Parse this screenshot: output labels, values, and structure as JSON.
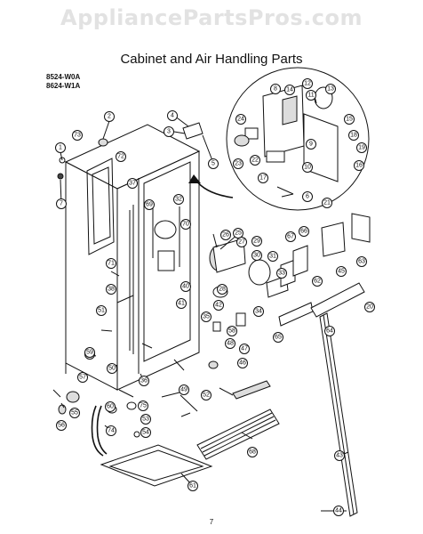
{
  "watermark": "AppliancePartsPros.com",
  "title": "Cabinet and Air Handling Parts",
  "models": [
    "8524-W0A",
    "8624-W1A"
  ],
  "page_number": "7",
  "callouts": [
    "1",
    "2",
    "3",
    "4",
    "5",
    "6",
    "7",
    "8",
    "9",
    "10",
    "11",
    "12",
    "13",
    "14",
    "15",
    "16",
    "17",
    "18",
    "19",
    "20",
    "21",
    "22",
    "23",
    "24",
    "25",
    "26",
    "27",
    "28",
    "29",
    "30",
    "31",
    "32",
    "33",
    "34",
    "35",
    "36",
    "37",
    "38",
    "39",
    "40",
    "41",
    "42",
    "43",
    "44",
    "45",
    "46",
    "47",
    "48",
    "49",
    "50",
    "51",
    "52",
    "53",
    "54",
    "55",
    "56",
    "57",
    "58",
    "59",
    "60",
    "61",
    "62",
    "63",
    "64",
    "65",
    "66",
    "67",
    "68",
    "69",
    "70",
    "71",
    "72",
    "73",
    "74",
    "75"
  ]
}
